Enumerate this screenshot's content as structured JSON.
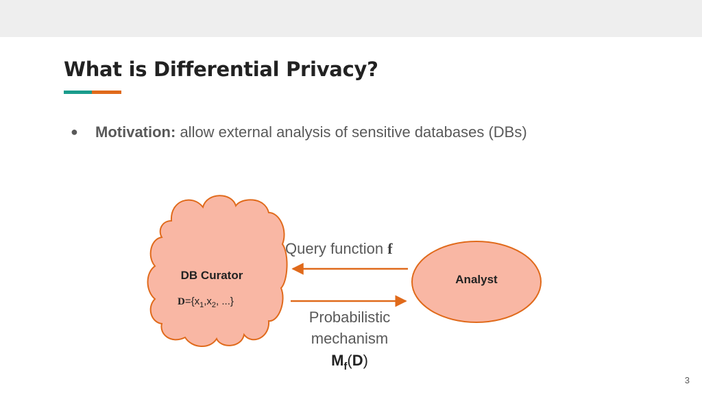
{
  "slide": {
    "title": "What is Differential Privacy?",
    "bullet": {
      "heading": "Motivation:",
      "text": " allow external analysis of sensitive databases (DBs)"
    },
    "page_number": "3"
  },
  "diagram": {
    "curator": {
      "label": "DB Curator",
      "db_symbol": "D",
      "db_eq": "={x",
      "sub1": "1",
      "comma1": ",x",
      "sub2": "2",
      "rest": ", ...}"
    },
    "analyst": {
      "label": "Analyst"
    },
    "query_arrow": {
      "label": "Query function ",
      "symbol": "f"
    },
    "response_arrow": {
      "line1": "Probabilistic",
      "line2": "mechanism",
      "m": "M",
      "m_sub": "f",
      "paren_open": "(",
      "d": "D",
      "paren_close": ")"
    }
  },
  "colors": {
    "cloud_fill": "#f9b7a4",
    "cloud_stroke": "#e06a1b",
    "arrow": "#e06a1b",
    "accent_teal": "#1a9c8c",
    "accent_orange": "#e06a1b",
    "topbar": "#eeeeee"
  }
}
